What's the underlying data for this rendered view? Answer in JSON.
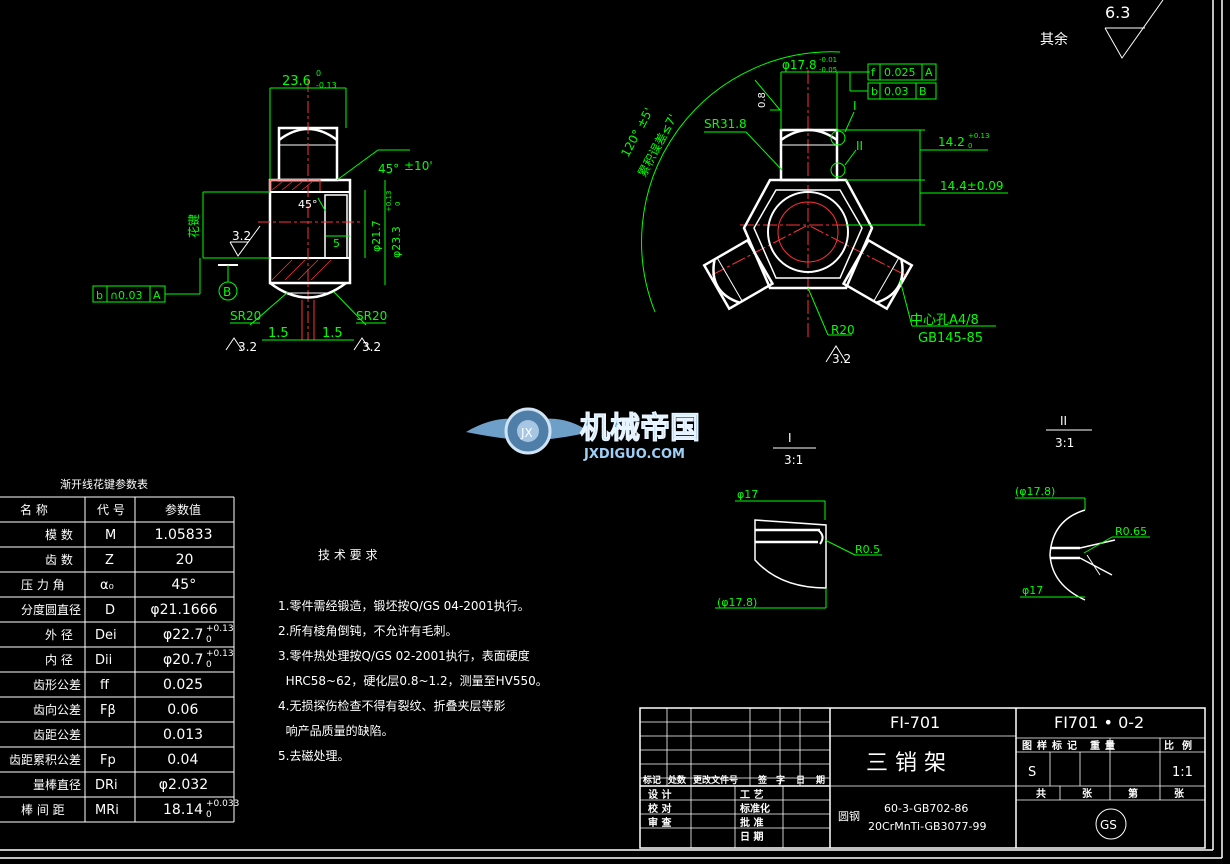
{
  "surface": {
    "finish_symbol_value": "6.3",
    "finish_label": "其余"
  },
  "view_left": {
    "width_dim": "23.6",
    "width_dim_tol_upper": "0",
    "width_dim_tol_lower": "-0.13",
    "angle_dim": "45°",
    "angle_tol": "±10'",
    "angle_inner": "45°",
    "dia1": "φ21.7",
    "dia2": "φ23.3",
    "dia2_tol_upper": "+0.13",
    "dia2_tol_lower": "0",
    "small_dim": "5",
    "spline_label": "花键",
    "roughness_left": "3.2",
    "runout_frame": [
      "b",
      "∩0.03",
      "A"
    ],
    "datum_b": "B",
    "sr_left": "SR20",
    "sr_right": "SR20",
    "offset_left": "1.5",
    "offset_right": "1.5",
    "roughness_bottom_left": "3.2",
    "roughness_bottom_right": "3.2"
  },
  "view_right": {
    "dia_top": "φ17.8",
    "dia_top_tol_upper": "-0.01",
    "dia_top_tol_lower": "-0.05",
    "dim_08": "0.8",
    "frame1": [
      "f",
      "0.025",
      "A"
    ],
    "frame2": [
      "b",
      "0.03",
      "B"
    ],
    "angle_label": "120° ±5'",
    "angle_note": "累积误差≤7'",
    "sr_label": "SR31.8",
    "detail_I": "I",
    "detail_II": "II",
    "dim_142": "14.2",
    "dim_142_tol_upper": "+0.13",
    "dim_142_tol_lower": "0",
    "dim_144": "14.4±0.09",
    "center_hole": "中心孔A4/8",
    "center_hole_std": "GB145-85",
    "r20": "R20",
    "roughness": "3.2"
  },
  "detail_I": {
    "title": "I",
    "scale": "3:1",
    "dia_top": "φ17",
    "r05": "R0.5",
    "dia_bottom": "(φ17.8)"
  },
  "detail_II": {
    "title": "II",
    "scale": "3:1",
    "dia_top": "(φ17.8)",
    "r065": "R0.65",
    "dia_bottom": "φ17"
  },
  "logo": {
    "cn": "机械帝国",
    "en": "JXDIGUO.COM"
  },
  "param_table": {
    "title": "渐开线花键参数表",
    "headers": [
      "名 称",
      "代 号",
      "参数值"
    ],
    "rows": [
      {
        "name": "模 数",
        "code": "M",
        "value": "1.05833",
        "sup": "",
        "sub": ""
      },
      {
        "name": "齿 数",
        "code": "Z",
        "value": "20",
        "sup": "",
        "sub": ""
      },
      {
        "name": "压 力 角",
        "code": "α₀",
        "value": "45°",
        "sup": "",
        "sub": ""
      },
      {
        "name": "分度圆直径",
        "code": "D",
        "value": "φ21.1666",
        "sup": "",
        "sub": ""
      },
      {
        "name": "外 径",
        "code": "Dei",
        "value": "φ22.7",
        "sup": "+0.13",
        "sub": "0"
      },
      {
        "name": "内 径",
        "code": "Dii",
        "value": "φ20.7",
        "sup": "+0.13",
        "sub": "0"
      },
      {
        "name": "齿形公差",
        "code": "ff",
        "value": "0.025",
        "sup": "",
        "sub": ""
      },
      {
        "name": "齿向公差",
        "code": "Fβ",
        "value": "0.06",
        "sup": "",
        "sub": ""
      },
      {
        "name": "齿距公差",
        "code": "",
        "value": "0.013",
        "sup": "",
        "sub": ""
      },
      {
        "name": "齿距累积公差",
        "code": "Fp",
        "value": "0.04",
        "sup": "",
        "sub": ""
      },
      {
        "name": "量棒直径",
        "code": "DRi",
        "value": "φ2.032",
        "sup": "",
        "sub": ""
      },
      {
        "name": "棒 间 距",
        "code": "MRi",
        "value": "18.14",
        "sup": "+0.033",
        "sub": "0"
      }
    ]
  },
  "tech_req": {
    "title": "技 术 要 求",
    "lines": [
      "1.零件需经锻造，锻坯按Q/GS 04-2001执行。",
      "2.所有棱角倒钝，不允许有毛刺。",
      "3.零件热处理按Q/GS 02-2001执行，表面硬度",
      "  HRC58~62，硬化层0.8~1.2，测量至HV550。",
      "4.无损探伤检查不得有裂纹、折叠夹层等影",
      "  响产品质量的缺陷。",
      "5.去磁处理。"
    ]
  },
  "title_block": {
    "code1": "FI-701",
    "code2": "FI701 • 0-2",
    "part_name": "三 销 架",
    "header_cells": [
      "图",
      "样",
      "标",
      "记",
      "重",
      "量",
      "比",
      "例"
    ],
    "mark_s": "S",
    "scale": "1:1",
    "sheet_cells": [
      "共",
      "张",
      "第",
      "张"
    ],
    "rev_cells": [
      "标记",
      "处数",
      "更改文件号",
      "签",
      "字",
      "日",
      "期"
    ],
    "sign_left": [
      "设 计",
      "校 对",
      "审 查"
    ],
    "sign_mid": [
      "工 艺",
      "标准化",
      "批 准",
      "日 期"
    ],
    "material_label": "圆钢",
    "material_std1": "60-3-GB702-86",
    "material_std2": "20CrMnTi-GB3077-99",
    "company_logo": "GS"
  }
}
